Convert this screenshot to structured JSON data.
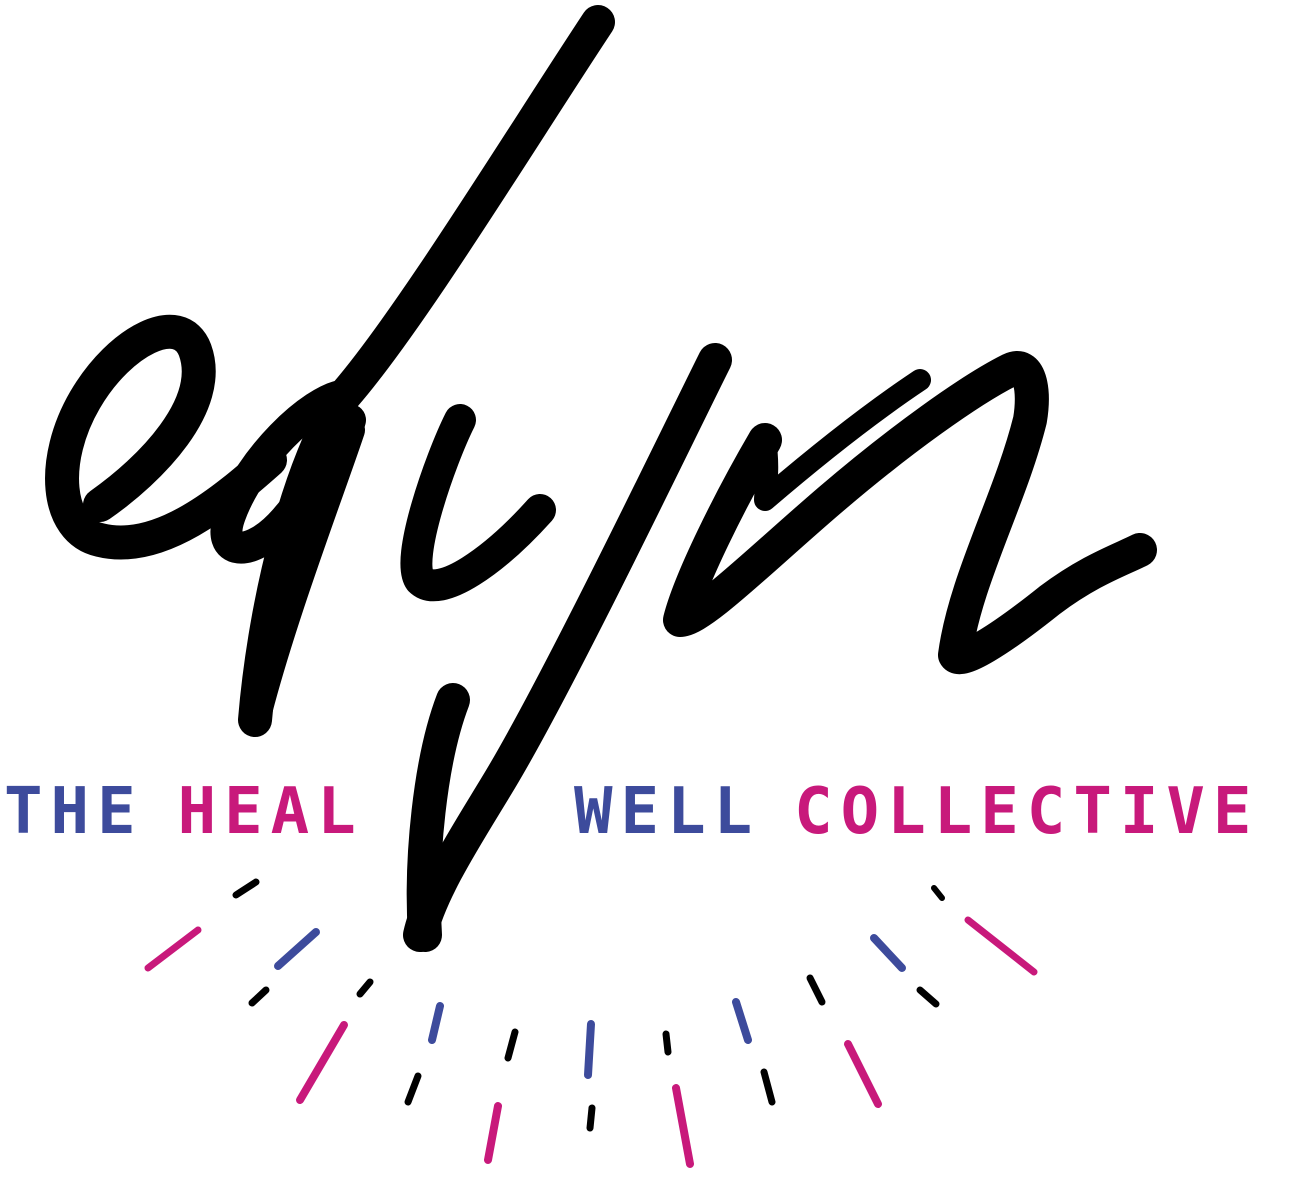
{
  "brand": {
    "monogram": "edyn",
    "tagline": {
      "word1": "THE",
      "word2": "HEAL",
      "word3": "WELL",
      "word4": "COLLECTIVE"
    }
  },
  "colors": {
    "ink": "#000000",
    "blue": "#3d4b9c",
    "magenta": "#c8197b",
    "background": "#ffffff"
  },
  "icons": {
    "monogram": "edyn-script-monogram",
    "rays": "radiating-dash-rays"
  }
}
